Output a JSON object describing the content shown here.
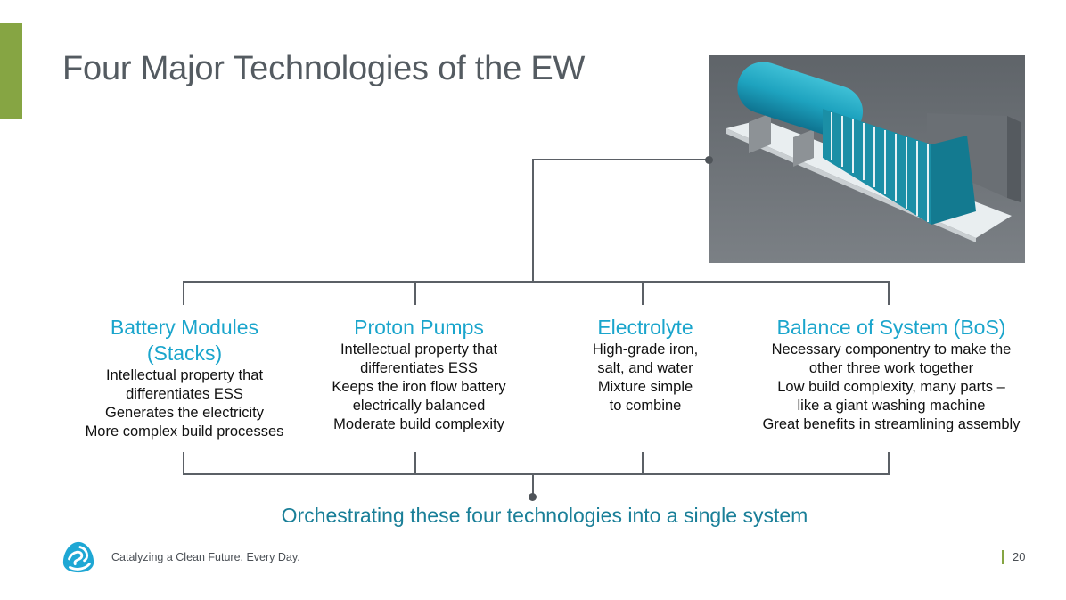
{
  "slide": {
    "title": "Four Major Technologies of the EW",
    "image_alt": "3D render of iron flow battery system: teal electrolyte tank with battery module stacks on a white skid",
    "columns": [
      {
        "heading": [
          "Battery Modules",
          "(Stacks)"
        ],
        "lines": [
          "Intellectual property that",
          "differentiates ESS",
          "Generates the electricity",
          "More complex build processes"
        ]
      },
      {
        "heading": [
          "Proton Pumps"
        ],
        "lines": [
          "Intellectual property that",
          "differentiates ESS",
          "Keeps the iron flow battery",
          "electrically balanced",
          "Moderate build complexity"
        ]
      },
      {
        "heading": [
          "Electrolyte"
        ],
        "lines": [
          "High-grade iron,",
          "salt, and water",
          "Mixture simple",
          "to combine"
        ]
      },
      {
        "heading": [
          "Balance of System (BoS)"
        ],
        "lines": [
          "Necessary componentry to make the",
          "other three work together",
          "Low build complexity, many parts –",
          "like a giant washing machine",
          "Great benefits in streamlining assembly"
        ]
      }
    ],
    "tagline": "Orchestrating these four technologies into a single system"
  },
  "footer": {
    "slogan": "Catalyzing a Clean Future. Every Day.",
    "page_number": "20"
  },
  "colors": {
    "accent_green": "#86a543",
    "heading_blue": "#1aa5cc",
    "tagline_teal": "#1a7f98",
    "title_gray": "#545b61",
    "connector_gray": "#5b6066"
  }
}
